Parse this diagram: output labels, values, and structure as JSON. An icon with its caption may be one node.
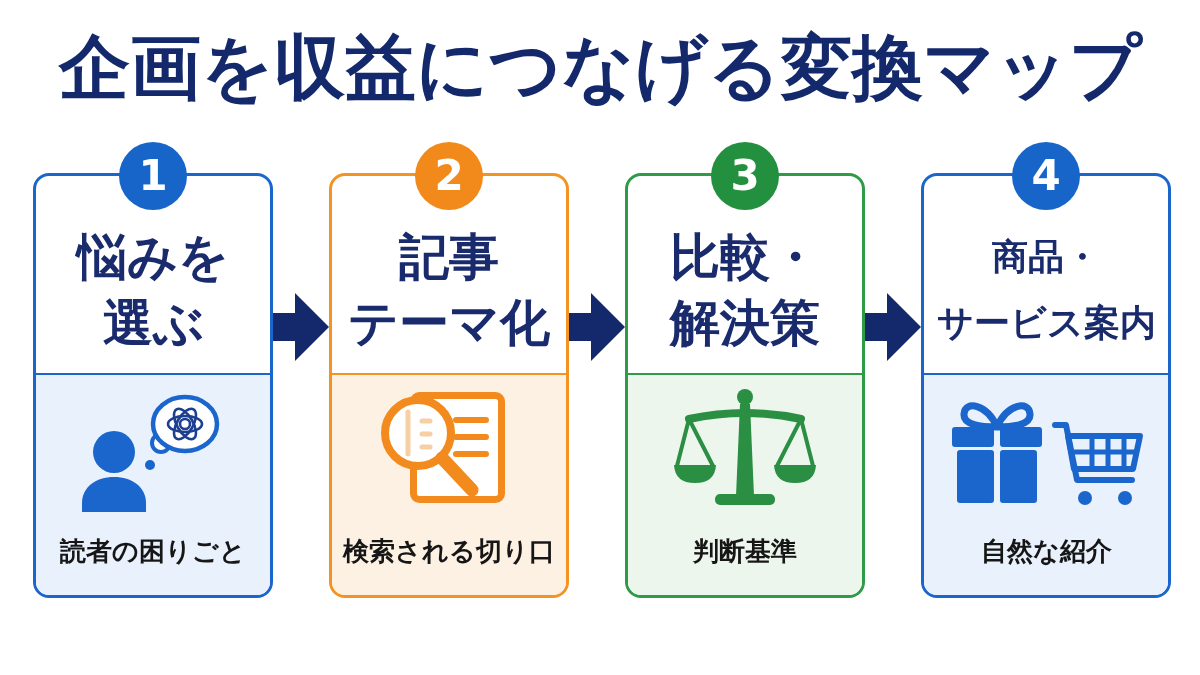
{
  "diagram": {
    "title": "企画を収益につなげる変換マップ",
    "nodes": [
      {
        "text": [
          "1"
        ]
      },
      {
        "text": [
          "悩みを選ぶ"
        ]
      },
      {
        "text": [
          "読者の困りごと"
        ],
        "in": 1
      },
      {
        "text": [
          "2"
        ]
      },
      {
        "text": [
          "記事テーマ化"
        ]
      },
      {
        "text": [
          "検索される切り口"
        ],
        "in": 4
      },
      {
        "text": [
          "3"
        ]
      },
      {
        "text": [
          "比較・解決策"
        ]
      },
      {
        "text": [
          "判断基準"
        ],
        "in": 7
      },
      {
        "text": [
          "4"
        ]
      },
      {
        "text": [
          "商品・サービス案内"
        ]
      },
      {
        "text": [
          "自然な紹介"
        ],
        "in": 10
      }
    ],
    "edges": [
      {
        "from": 1,
        "to": 4,
        "arrow": "to"
      },
      {
        "from": 4,
        "to": 7,
        "arrow": "to"
      },
      {
        "from": 7,
        "to": 10,
        "arrow": "to"
      }
    ]
  }
}
